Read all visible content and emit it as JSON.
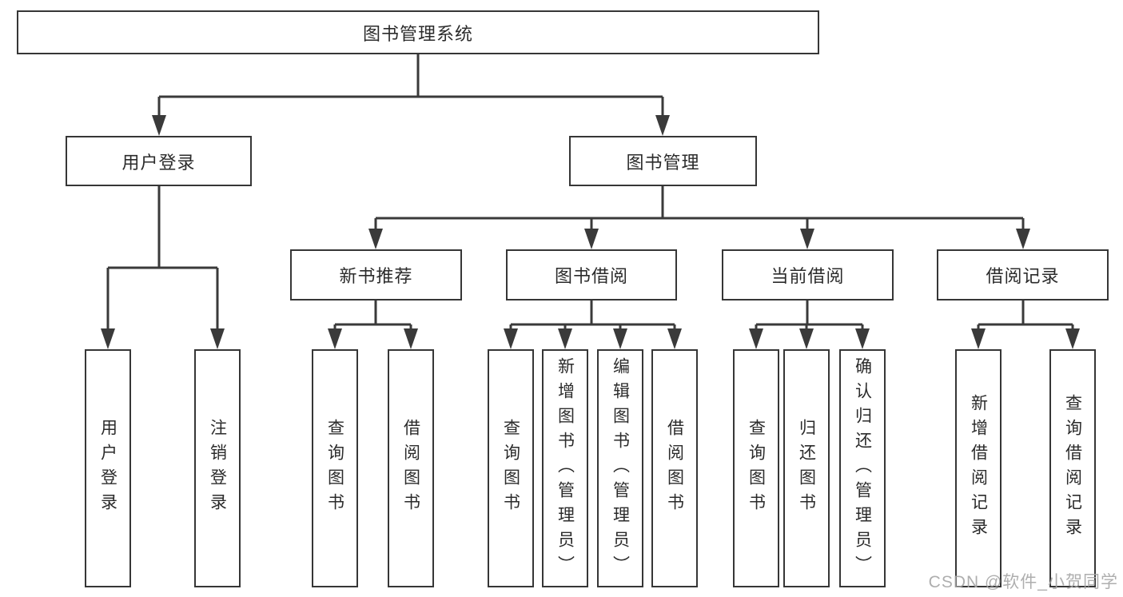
{
  "diagram_title": "图书管理系统",
  "nodes": {
    "root": {
      "label": "图书管理系统"
    },
    "level2": [
      {
        "label": "用户登录"
      },
      {
        "label": "图书管理"
      }
    ],
    "level3": [
      {
        "label": "新书推荐"
      },
      {
        "label": "图书借阅"
      },
      {
        "label": "当前借阅"
      },
      {
        "label": "借阅记录"
      }
    ],
    "level4": [
      {
        "label": "用户登录"
      },
      {
        "label": "注销登录"
      },
      {
        "label": "查询图书"
      },
      {
        "label": "借阅图书"
      },
      {
        "label": "查询图书"
      },
      {
        "label": "新增图书（管理员）"
      },
      {
        "label": "编辑图书（管理员）"
      },
      {
        "label": "借阅图书"
      },
      {
        "label": "查询图书"
      },
      {
        "label": "归还图书"
      },
      {
        "label": "确认归还（管理员）"
      },
      {
        "label": "新增借阅记录"
      },
      {
        "label": "查询借阅记录"
      }
    ]
  },
  "hierarchy": {
    "图书管理系统": [
      "用户登录",
      "图书管理"
    ],
    "用户登录": [
      "用户登录",
      "注销登录"
    ],
    "图书管理": [
      "新书推荐",
      "图书借阅",
      "当前借阅",
      "借阅记录"
    ],
    "新书推荐": [
      "查询图书",
      "借阅图书"
    ],
    "图书借阅": [
      "查询图书",
      "新增图书（管理员）",
      "编辑图书（管理员）",
      "借阅图书"
    ],
    "当前借阅": [
      "查询图书",
      "归还图书",
      "确认归还（管理员）"
    ],
    "借阅记录": [
      "新增借阅记录",
      "查询借阅记录"
    ]
  },
  "watermark": {
    "text": "CSDN @软件_小贺同学"
  },
  "colors": {
    "line": "#3a3a3a",
    "box_border": "#363636",
    "text": "#2b2b2b",
    "background": "#ffffff",
    "watermark": "#a6a6a6"
  }
}
